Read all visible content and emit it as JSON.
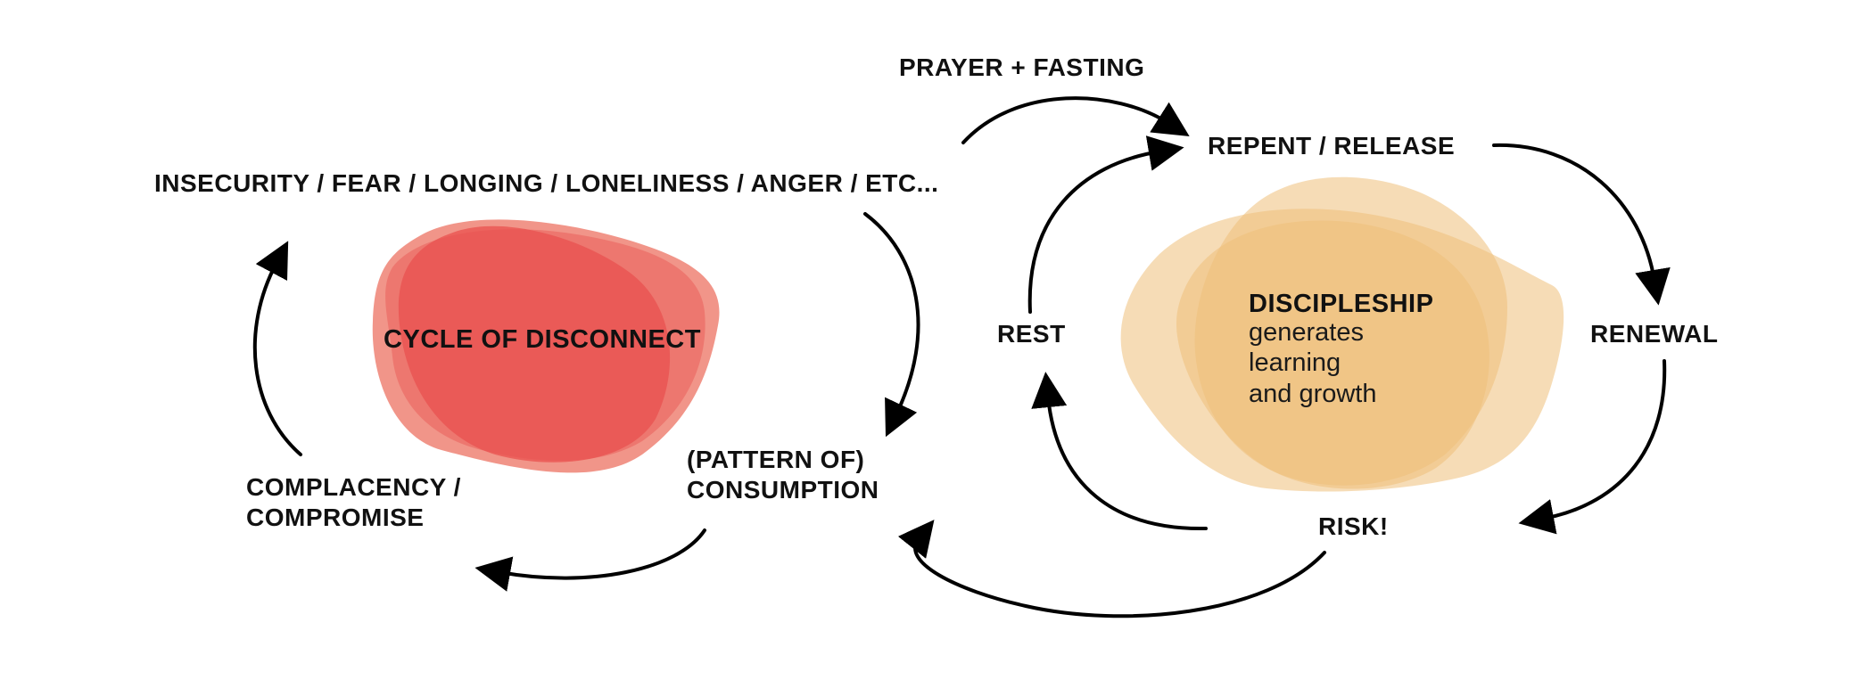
{
  "colors": {
    "disconnect_blob_outer": "#ef8a7c",
    "disconnect_blob_inner": "#e9524f",
    "discipleship_blob": "#eec07a",
    "text": "#111111",
    "arrow": "#000000"
  },
  "disconnect_cycle": {
    "center_label": "CYCLE OF DISCONNECT",
    "nodes": {
      "feelings": "INSECURITY / FEAR / LONGING / LONELINESS / ANGER / ETC...",
      "consumption_line1": "(PATTERN OF)",
      "consumption_line2": "CONSUMPTION",
      "complacency_line1": "COMPLACENCY /",
      "complacency_line2": "COMPROMISE"
    }
  },
  "discipleship_cycle": {
    "center_title": "DISCIPLESHIP",
    "center_sub_line1": "generates",
    "center_sub_line2": "learning",
    "center_sub_line3": "and growth",
    "nodes": {
      "prayer": "PRAYER + FASTING",
      "repent": "REPENT / RELEASE",
      "renewal": "RENEWAL",
      "risk": "RISK!",
      "rest": "REST"
    }
  }
}
